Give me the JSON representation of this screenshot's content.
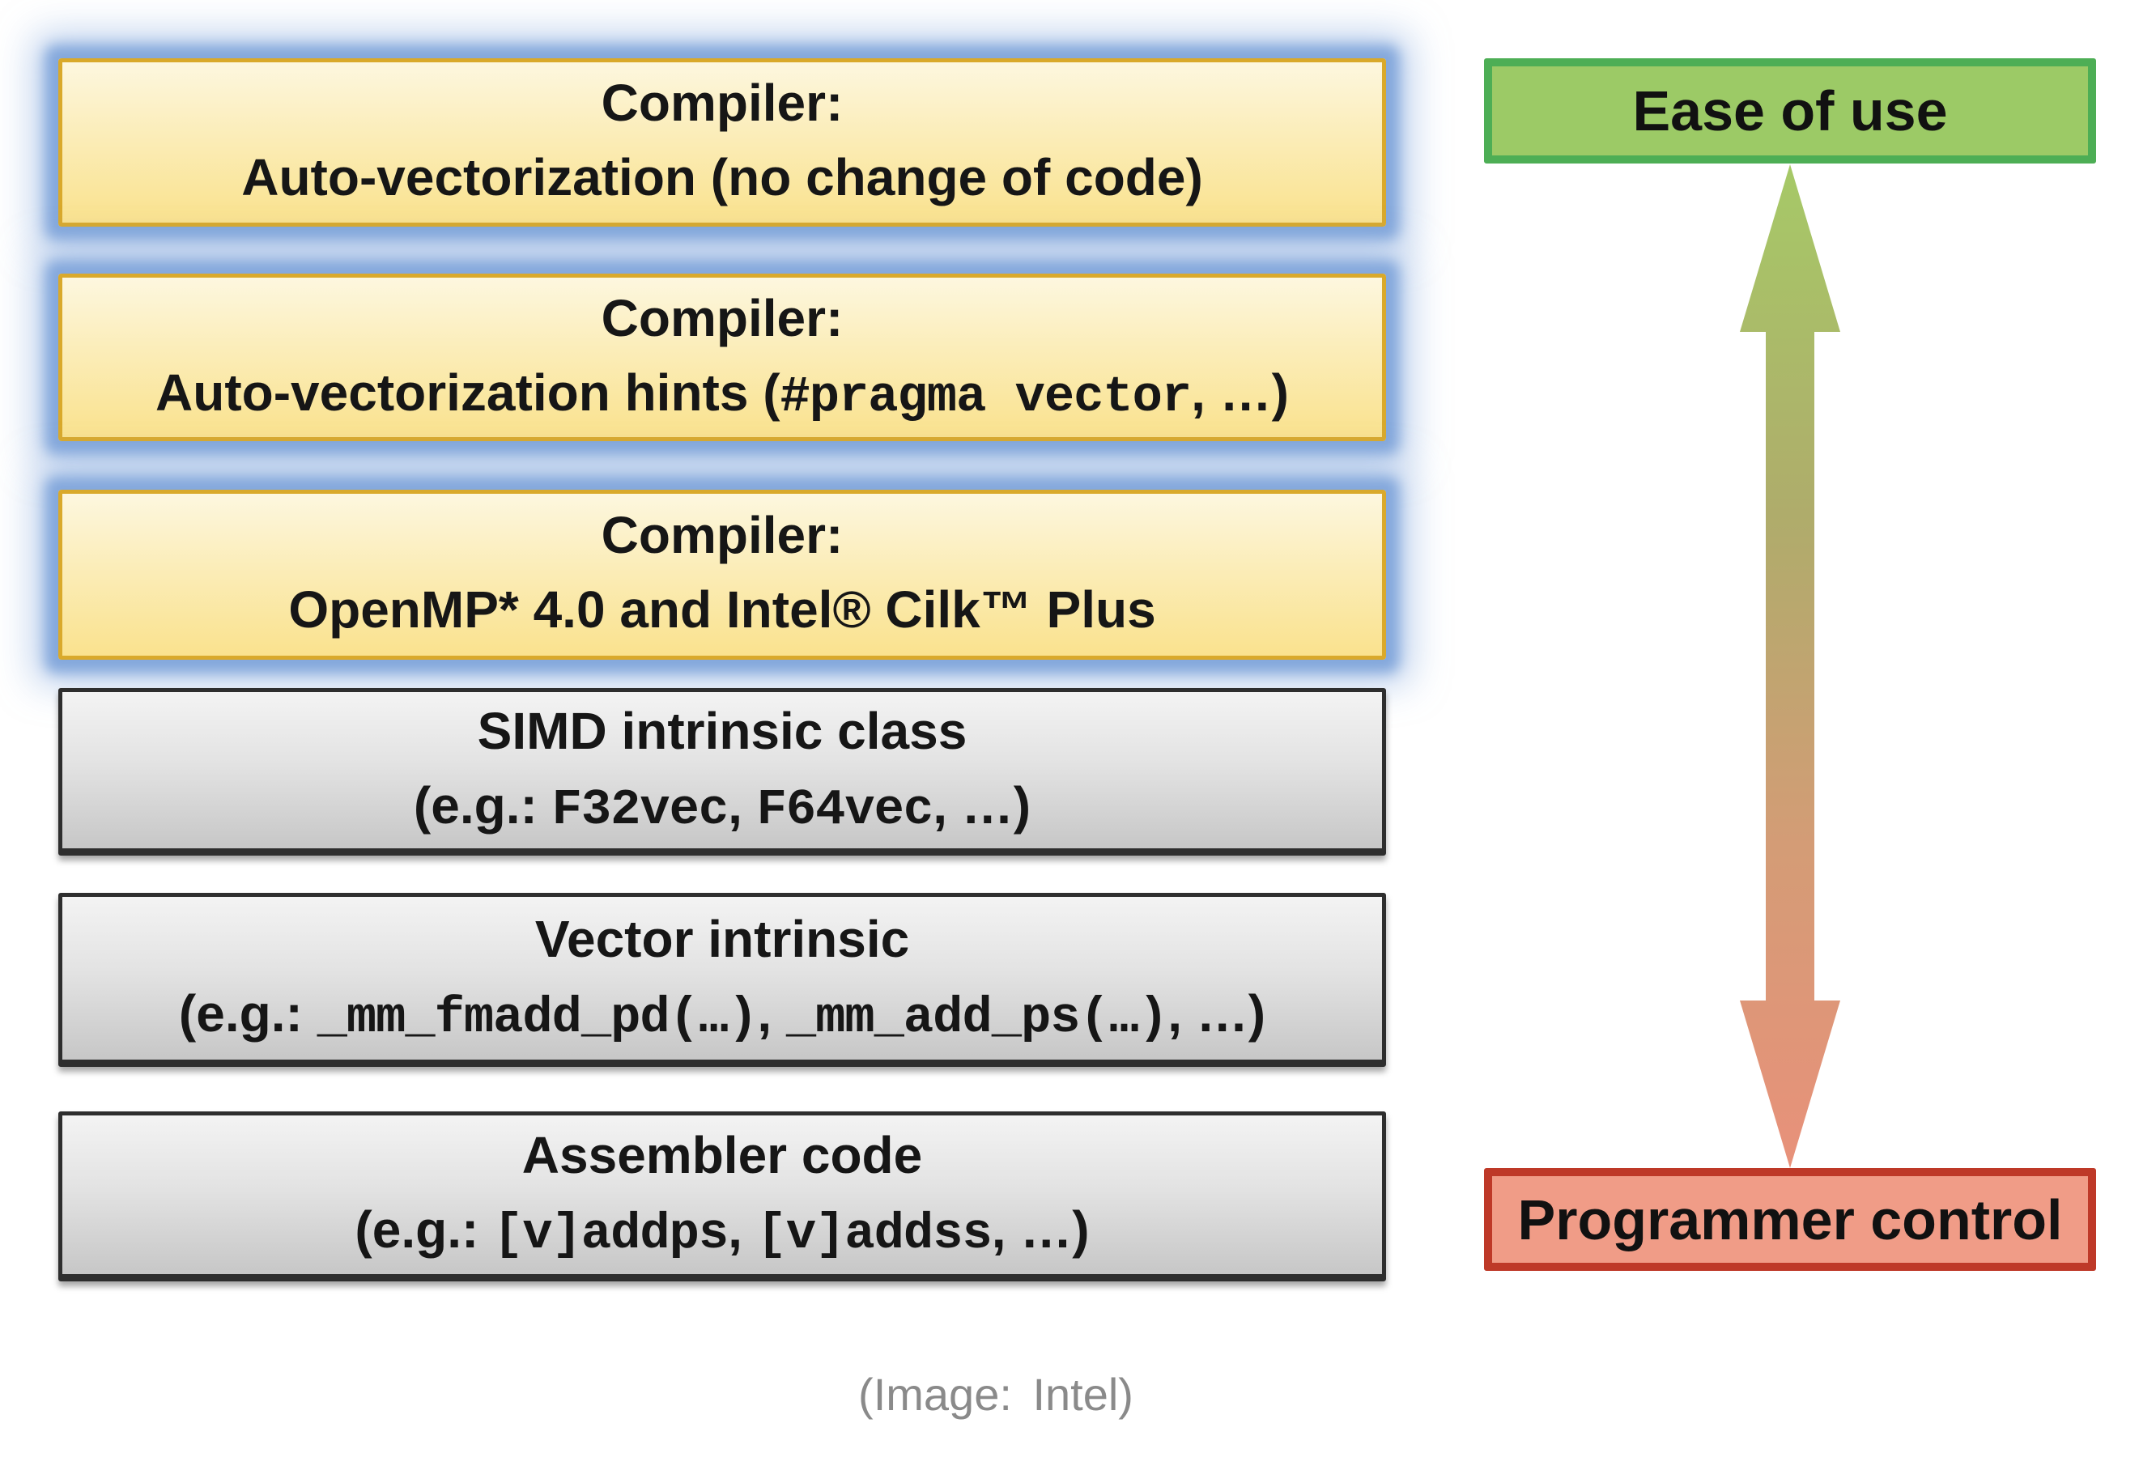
{
  "diagram": {
    "levels": [
      {
        "title": "Compiler:",
        "pre": "Auto-vectorization (no change of code)",
        "code": "",
        "post": ""
      },
      {
        "title": "Compiler:",
        "pre": "Auto-vectorization hints (",
        "code": "#pragma vector",
        "post": ", …)"
      },
      {
        "title": "Compiler:",
        "pre": "OpenMP* 4.0 and Intel® Cilk™ Plus",
        "code": "",
        "post": ""
      },
      {
        "title": "SIMD intrinsic class",
        "pre": "(e.g.: ",
        "code1": "F32vec",
        "sep": ", ",
        "code2": "F64vec",
        "post": ", …)"
      },
      {
        "title": "Vector intrinsic",
        "pre": "(e.g.: ",
        "code1": "_mm_fmadd_pd(…)",
        "sep": ", ",
        "code2": "_mm_add_ps(…)",
        "post": ", …)"
      },
      {
        "title": "Assembler code",
        "pre": "(e.g.: ",
        "code1": "[v]addps",
        "sep": ", ",
        "code2": "[v]addss",
        "post": ", …)"
      }
    ],
    "axis": {
      "top_label": "Ease of use",
      "bottom_label": "Programmer control"
    },
    "caption": "(Image: Intel)",
    "colors": {
      "yellow_fill_top": "#FDF7DF",
      "yellow_fill_bottom": "#FAE28E",
      "yellow_border": "#D9A92B",
      "blue_glow": "#84A8DC",
      "gray_fill_top": "#F3F3F3",
      "gray_fill_bottom": "#C7C7C7",
      "gray_border": "#2E2E2E",
      "green_fill": "#9CCA66",
      "green_border": "#4DAE55",
      "red_fill": "#F09C87",
      "red_border": "#BE3928",
      "arrow_gradient_top": "#A6C967",
      "arrow_gradient_bottom": "#E8917A",
      "caption_color": "#8A8A8A"
    }
  }
}
